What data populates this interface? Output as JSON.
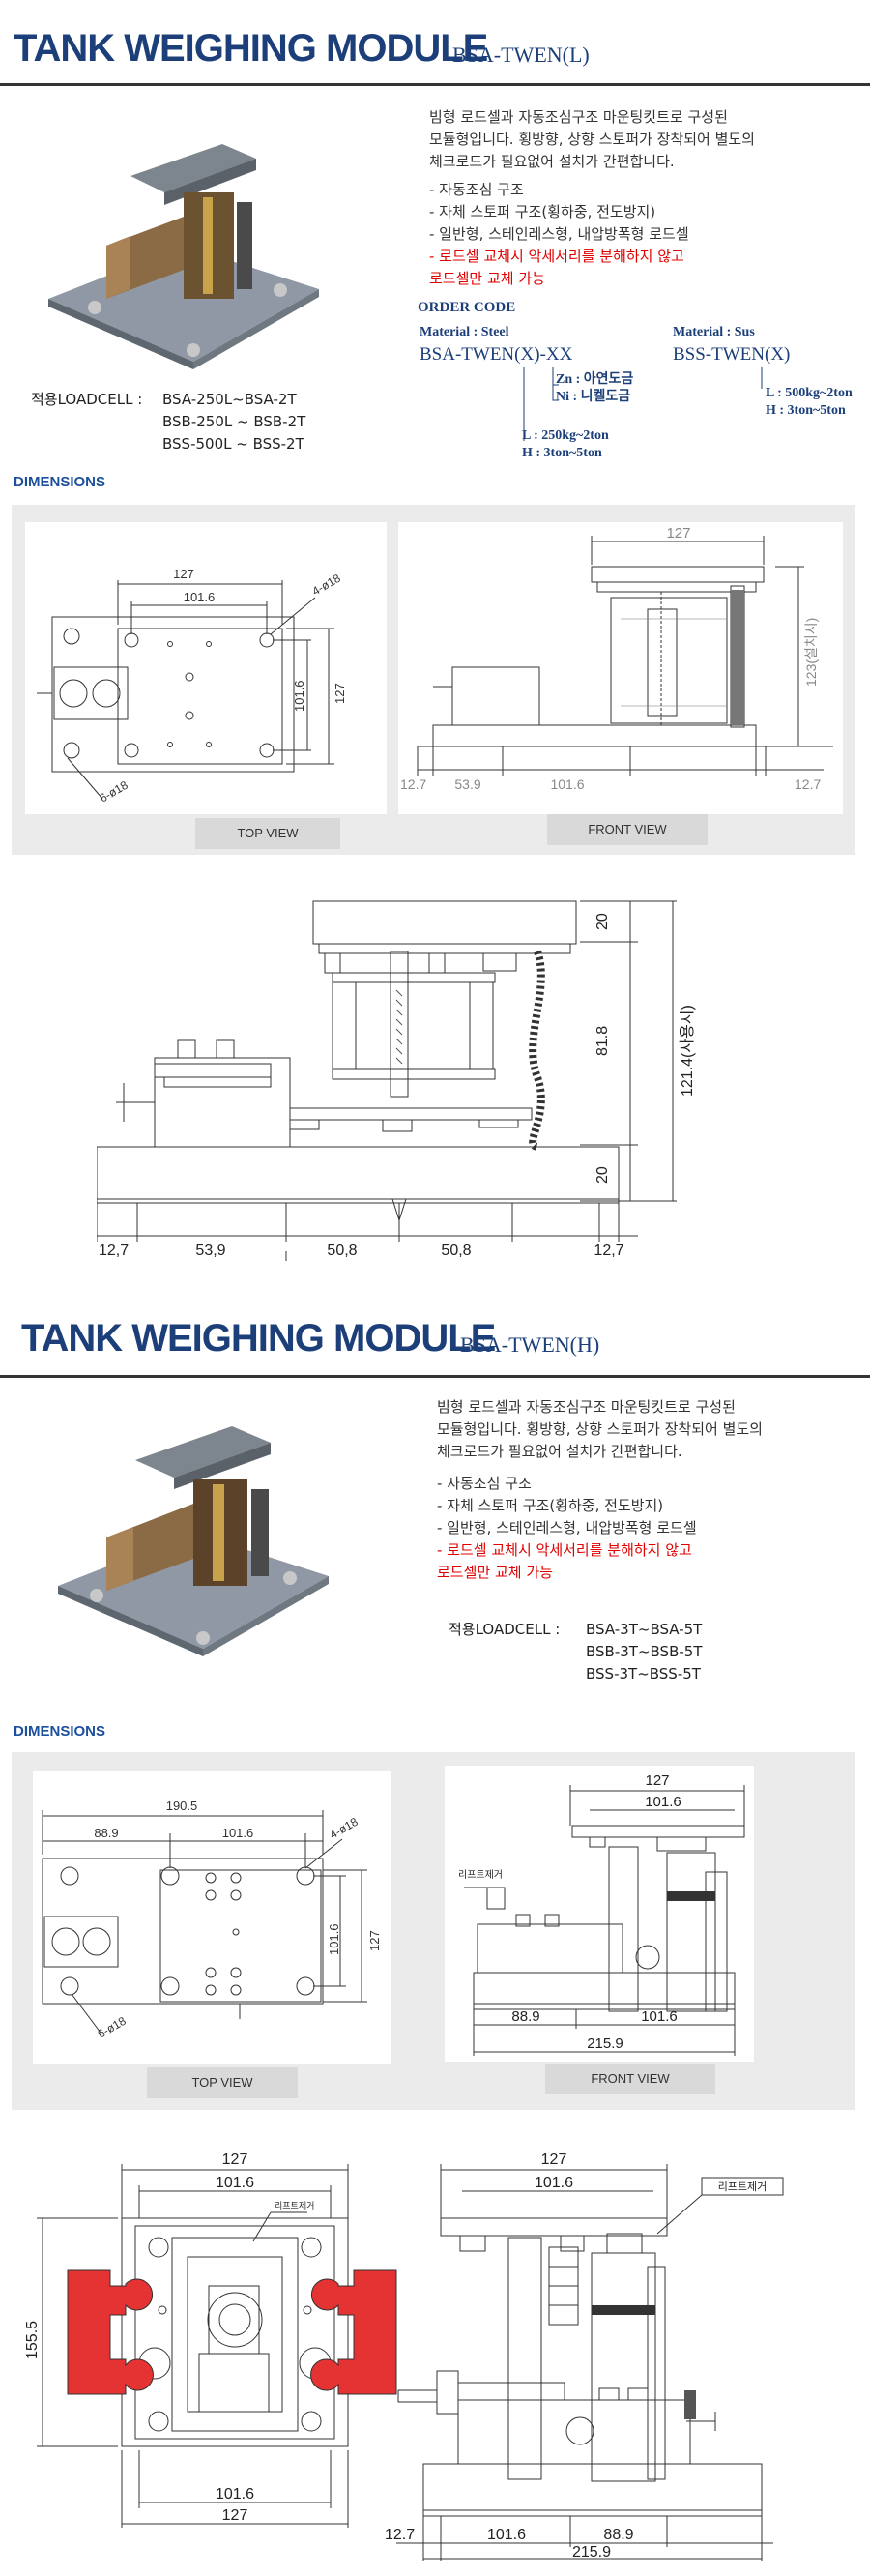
{
  "section1": {
    "title": "TANK WEIGHING MODULE",
    "model": "BSA-TWEN(L)",
    "description": [
      "빔형 로드셀과 자동조심구조 마운팅킷트로 구성된",
      "모듈형입니다. 횡방향, 상향 스토퍼가 장착되어 별도의",
      "체크로드가 필요없어 설치가 간편합니다."
    ],
    "features": [
      "- 자동조심 구조",
      "- 자체 스토퍼 구조(횡하중, 전도방지)",
      "- 일반형, 스테인레스형, 내압방폭형 로드셀"
    ],
    "red_notes": [
      "- 로드셀 교체시 악세서리를 분해하지 않고",
      "로드셀만 교체 가능"
    ],
    "order_code": {
      "title": "ORDER CODE",
      "steel_label": "Material : Steel",
      "steel_code": "BSA-TWEN(X)-XX",
      "steel_finish": [
        "Zn : 아연도금",
        "Ni : 니켈도금"
      ],
      "steel_range": [
        "L : 250kg~2ton",
        "H : 3ton~5ton"
      ],
      "sus_label": "Material : Sus",
      "sus_code": "BSS-TWEN(X)",
      "sus_range": [
        "L : 500kg~2ton",
        "H : 3ton~5ton"
      ]
    },
    "loadcell_label": "적용LOADCELL :",
    "loadcells": [
      "BSA-250L~BSA-2T",
      "BSB-250L ~ BSB-2T",
      "BSS-500L ~ BSS-2T"
    ],
    "dimensions_heading": "DIMENSIONS",
    "top_view": {
      "label": "TOP VIEW",
      "dims": {
        "w127": "127",
        "w101": "101.6",
        "h101": "101.6",
        "h127": "127",
        "hole4": "4-ø18",
        "hole6": "6-ø18"
      }
    },
    "front_view": {
      "label": "FRONT VIEW",
      "dims": {
        "w127": "127",
        "h123": "123(설치시)",
        "a": "12.7",
        "b": "53.9",
        "c": "101.6",
        "d": "12.7"
      }
    },
    "detail_view": {
      "dims": {
        "t20": "20",
        "h818": "81.8",
        "h1214": "121.4(사용시)",
        "b20": "20",
        "a": "12,7",
        "b": "53,9",
        "c": "50,8",
        "d": "50,8",
        "e": "12,7"
      }
    }
  },
  "section2": {
    "title": "TANK WEIGHING MODULE",
    "model": "BSA-TWEN(H)",
    "description": [
      "빔형 로드셀과 자동조심구조 마운팅킷트로 구성된",
      "모듈형입니다. 횡방향, 상향 스토퍼가 장착되어 별도의",
      "체크로드가 필요없어 설치가 간편합니다."
    ],
    "features": [
      "- 자동조심 구조",
      "- 자체 스토퍼 구조(횡하중, 전도방지)",
      "- 일반형, 스테인레스형, 내압방폭형 로드셀"
    ],
    "red_notes": [
      "- 로드셀 교체시 악세서리를 분해하지 않고",
      "로드셀만 교체 가능"
    ],
    "loadcell_label": "적용LOADCELL :",
    "loadcells": [
      "BSA-3T~BSA-5T",
      "BSB-3T~BSB-5T",
      "BSS-3T~BSS-5T"
    ],
    "dimensions_heading": "DIMENSIONS",
    "top_view": {
      "label": "TOP VIEW",
      "dims": {
        "w190": "190.5",
        "w889": "88.9",
        "w101": "101.6",
        "h101": "101.6",
        "h127": "127",
        "hole4": "4-ø18",
        "hole6": "6-ø18"
      }
    },
    "front_view": {
      "label": "FRONT VIEW",
      "dims": {
        "w127": "127",
        "w101": "101.6",
        "lift": "리프트제거",
        "a": "88.9",
        "b": "101.6",
        "c": "215.9"
      }
    },
    "detail_left": {
      "dims": {
        "w127": "127",
        "w101": "101.6",
        "h155": "155.5",
        "b101": "101.6",
        "b127": "127",
        "lift": "리프트제거"
      }
    },
    "detail_right": {
      "dims": {
        "w127": "127",
        "w101": "101.6",
        "lift": "리프트제거",
        "a": "12.7",
        "b": "101.6",
        "c": "88.9",
        "d": "215.9"
      }
    }
  },
  "colors": {
    "title": "#1c3f7a",
    "heading_blue": "#1c4f9c",
    "red": "#e00000",
    "panel": "#ebebeb"
  }
}
